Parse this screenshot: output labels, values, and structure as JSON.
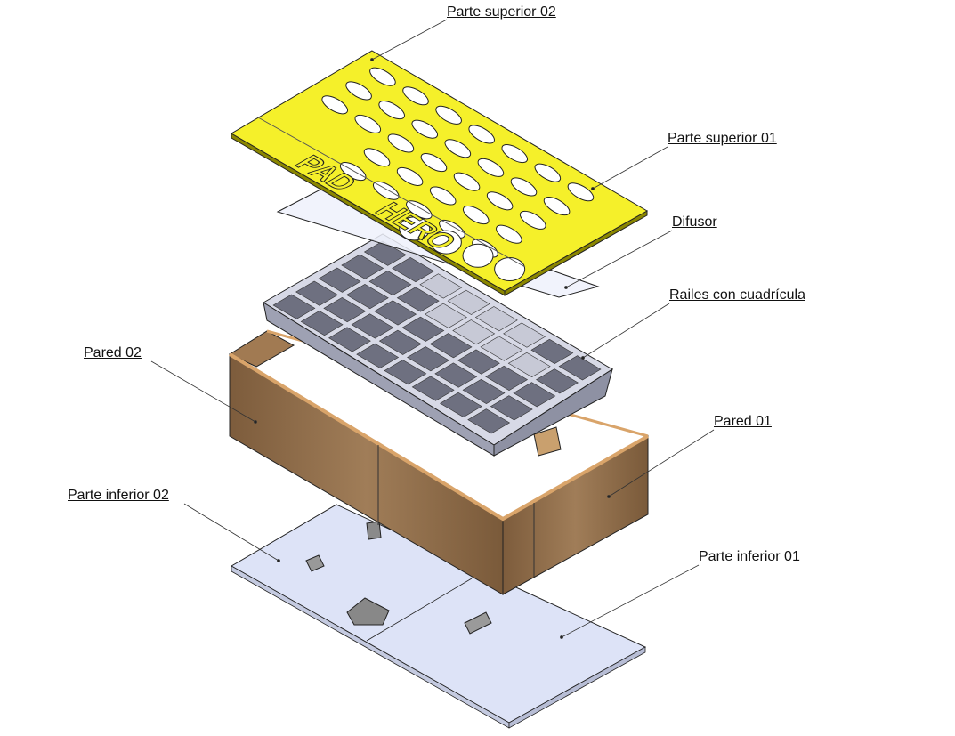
{
  "title": "Exploded assembly view",
  "labels": {
    "parte_superior_02": "Parte superior 02",
    "parte_superior_01": "Parte superior 01",
    "difusor": "Difusor",
    "railes": "Railes con cuadrícula",
    "pared_02": "Pared 02",
    "pared_01": "Pared 01",
    "parte_inferior_02": "Parte inferior 02",
    "parte_inferior_01": "Parte inferior 01"
  },
  "engraving": {
    "line1": "PAD",
    "line2": "HERO"
  },
  "colors": {
    "top_plate": "#f5f02a",
    "diffuser": "#eef1fc",
    "tray": "#b9bccb",
    "wall": "#8f6c49",
    "base": "#dde3f7",
    "outline": "#222222"
  }
}
